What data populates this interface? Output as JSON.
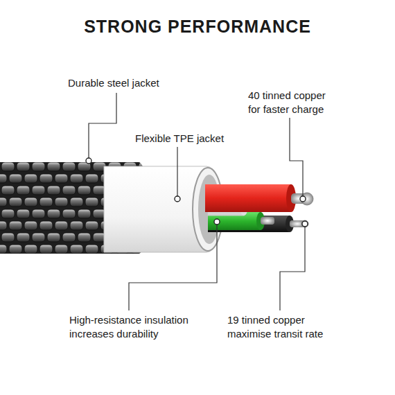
{
  "diagram": {
    "title": "STRONG PERFORMANCE",
    "labels": [
      "Durable steel jacket",
      "Flexible TPE jacket",
      "40 tinned copper for faster charge",
      "High-resistance insulation increases durability",
      "19 tinned copper maximise transit rate"
    ]
  }
}
